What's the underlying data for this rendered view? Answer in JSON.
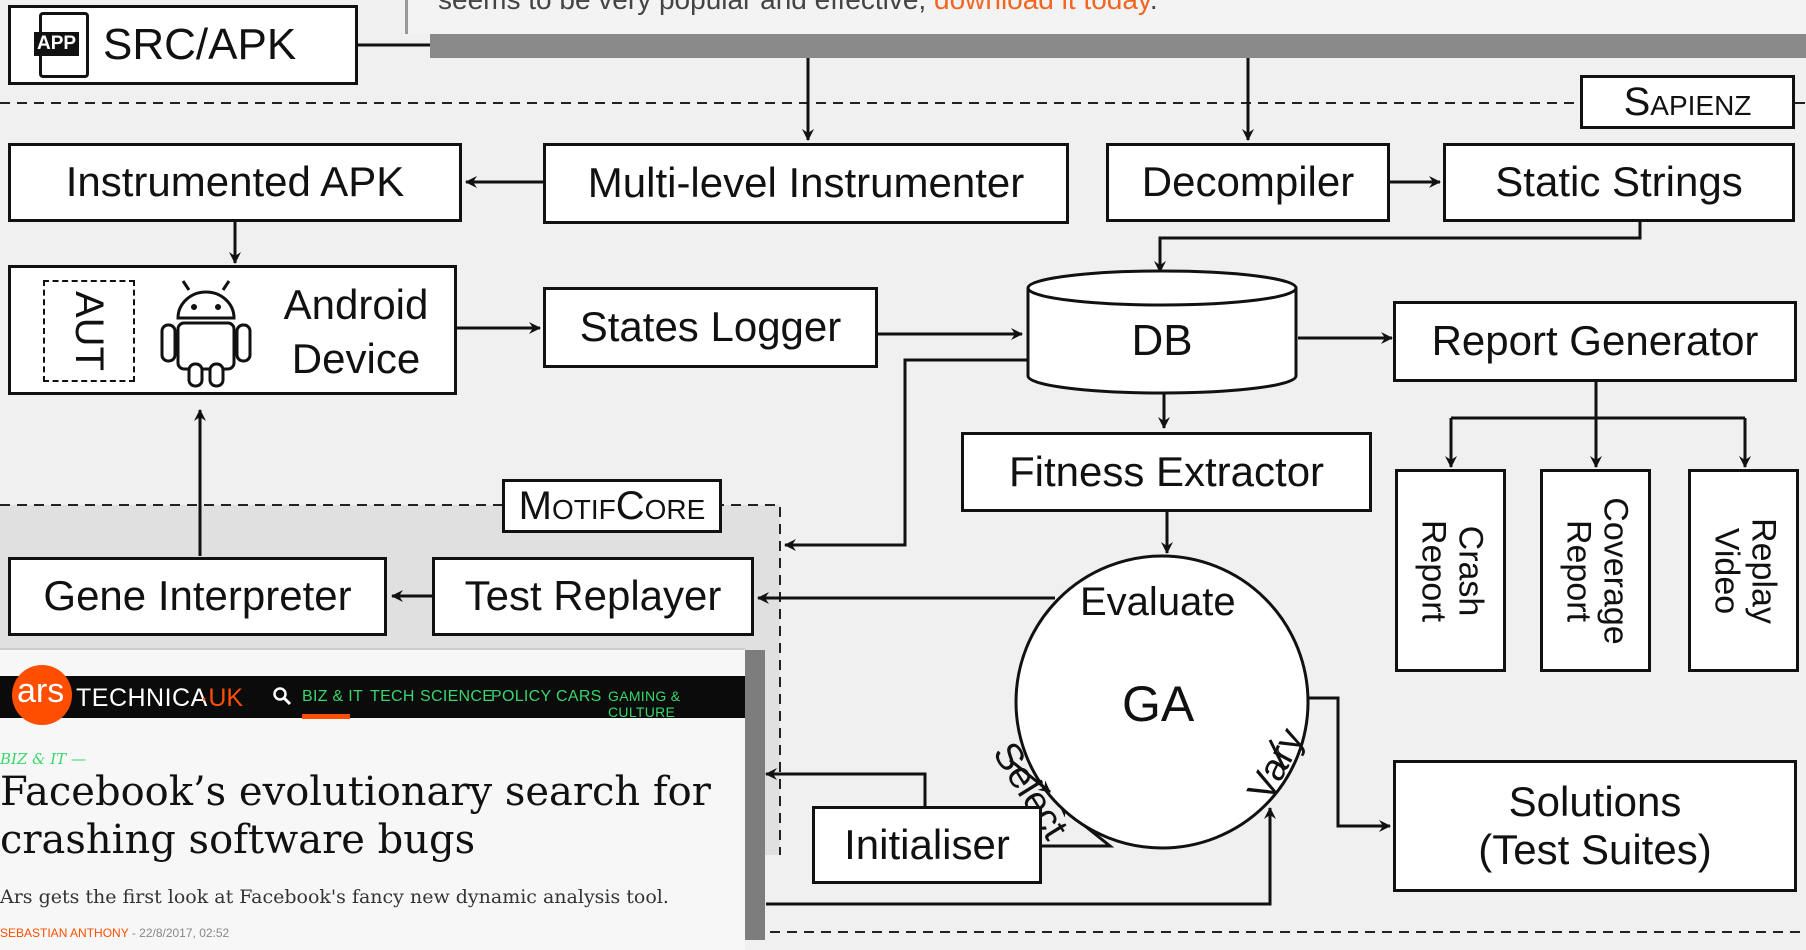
{
  "banner": {
    "text": "seems to be very popular and effective, ",
    "link": "download it today",
    "end": "."
  },
  "source": {
    "app_icon": "APP",
    "label": "SRC/APK"
  },
  "tags": {
    "sapienz": "Sapienz",
    "motifcore": "MotifCore"
  },
  "nodes": {
    "instrumented_apk": "Instrumented APK",
    "multi_level_instrumenter": "Multi-level Instrumenter",
    "decompiler": "Decompiler",
    "static_strings": "Static Strings",
    "aut": "AUT",
    "android_device_line1": "Android",
    "android_device_line2": "Device",
    "states_logger": "States Logger",
    "db": "DB",
    "report_generator": "Report Generator",
    "fitness_extractor": "Fitness Extractor",
    "gene_interpreter": "Gene Interpreter",
    "test_replayer": "Test Replayer",
    "initialiser": "Initialiser",
    "solutions_line1": "Solutions",
    "solutions_line2": "(Test Suites)"
  },
  "reports": [
    {
      "line1": "Crash",
      "line2": "Report"
    },
    {
      "line1": "Coverage",
      "line2": "Report"
    },
    {
      "line1": "Replay",
      "line2": "Video"
    }
  ],
  "ga": {
    "center": "GA",
    "evaluate": "Evaluate",
    "select": "Select",
    "vary": "Vary"
  },
  "article": {
    "logo_ars": "ars",
    "logo_tech": "TECHNICA",
    "logo_uk": "·UK",
    "nav": [
      "BIZ & IT",
      "TECH",
      "SCIENCE",
      "POLICY",
      "CARS",
      "GAMING & CULTURE"
    ],
    "kicker": "BIZ & IT —",
    "headline_line1": "Facebook’s evolutionary search for",
    "headline_line2": "crashing software bugs",
    "dek": "Ars gets the first look at Facebook's fancy new dynamic analysis tool.",
    "author": "SEBASTIAN ANTHONY",
    "date": " - 22/8/2017, 02:52"
  },
  "colors": {
    "accent_orange": "#ff4e00",
    "nav_green": "#38d66b"
  }
}
